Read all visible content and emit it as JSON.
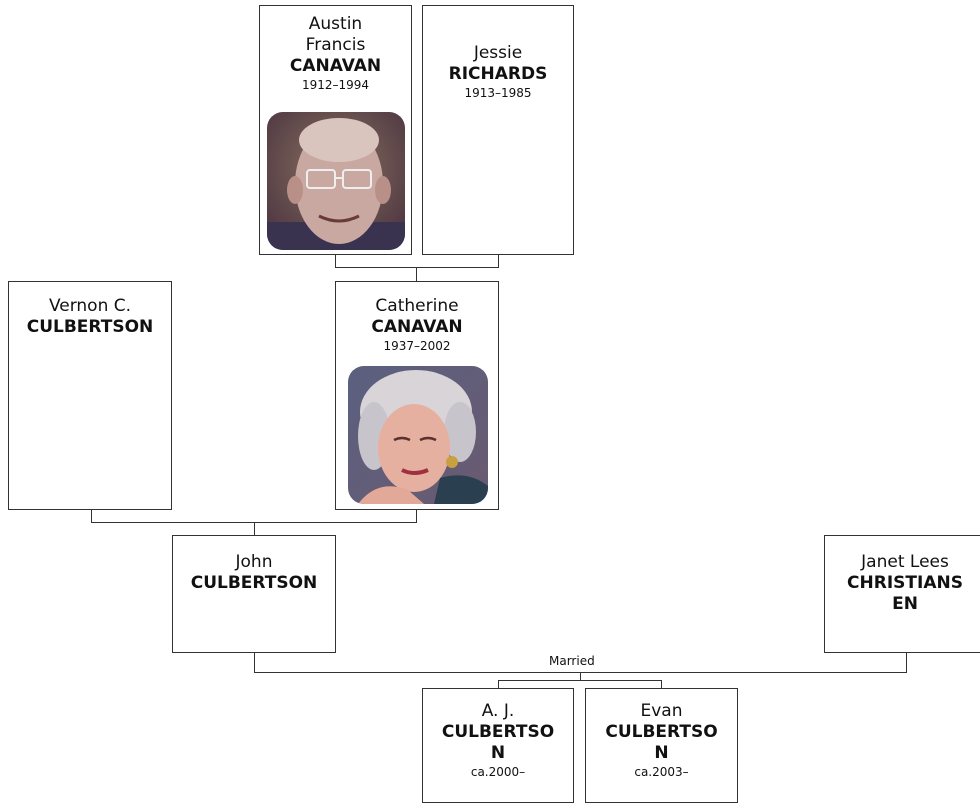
{
  "people": {
    "austin": {
      "given_1": "Austin",
      "given_2": "Francis",
      "surname": "CANAVAN",
      "dates": "1912–1994",
      "photo": "elderly-man-with-glasses-portrait"
    },
    "jessie": {
      "given": "Jessie",
      "surname": "RICHARDS",
      "dates": "1913–1985"
    },
    "vernon": {
      "given": "Vernon C.",
      "surname": "CULBERTSON"
    },
    "catherine": {
      "given": "Catherine",
      "surname": "CANAVAN",
      "dates": "1937–2002",
      "photo": "woman-with-grey-hair-portrait"
    },
    "john": {
      "given": "John",
      "surname": "CULBERTSON"
    },
    "janet": {
      "given": "Janet Lees",
      "surname_1": "CHRISTIANS",
      "surname_2": "EN"
    },
    "aj": {
      "given": "A. J.",
      "surname_1": "CULBERTSO",
      "surname_2": "N",
      "dates": "ca.2000–"
    },
    "evan": {
      "given": "Evan",
      "surname_1": "CULBERTSO",
      "surname_2": "N",
      "dates": "ca.2003–"
    }
  },
  "relationship_label": "Married"
}
